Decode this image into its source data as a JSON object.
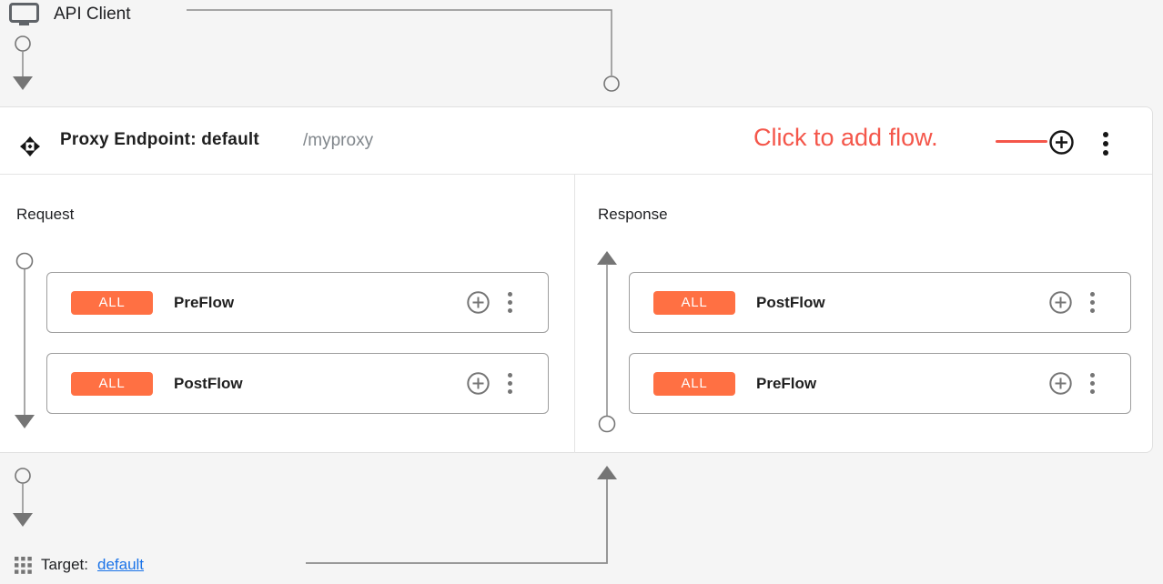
{
  "api_client": {
    "label": "API Client"
  },
  "proxy_endpoint": {
    "title": "Proxy Endpoint: default",
    "basepath": "/myproxy",
    "annotation": "Click to add flow."
  },
  "request": {
    "label": "Request",
    "flows": [
      {
        "badge": "ALL",
        "name": "PreFlow"
      },
      {
        "badge": "ALL",
        "name": "PostFlow"
      }
    ]
  },
  "response": {
    "label": "Response",
    "flows": [
      {
        "badge": "ALL",
        "name": "PostFlow"
      },
      {
        "badge": "ALL",
        "name": "PreFlow"
      }
    ]
  },
  "target": {
    "label": "Target:",
    "link": "default"
  },
  "colors": {
    "annotation_red": "#f4564a",
    "badge_orange": "#ff7043",
    "link_blue": "#1a73e8",
    "connector_gray": "#8c8c8c"
  }
}
